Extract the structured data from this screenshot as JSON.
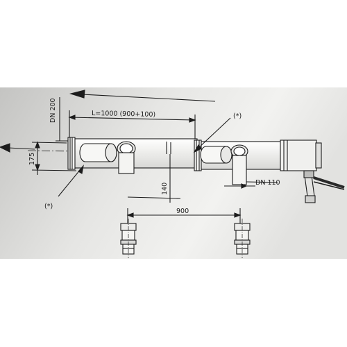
{
  "drawing": {
    "length_label": "L=1000 (900+100)",
    "dn200_label": "DN 200",
    "dim175_label": "175",
    "dim140_label": "140",
    "dim900_label": "900",
    "dn110_label": "DN 110",
    "note_top": "(*)",
    "note_bottom": "(*)"
  },
  "colors": {
    "paper_light": "#f2f2f0",
    "paper_dark": "#c9c9c6",
    "ink": "#1c1c1c"
  }
}
